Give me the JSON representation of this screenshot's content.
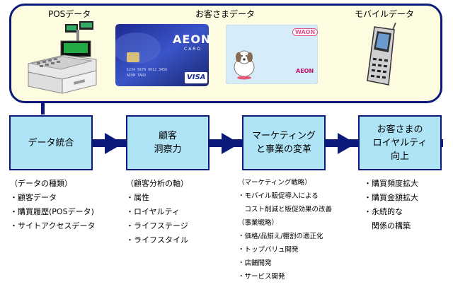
{
  "sources": {
    "pos_title": "POSデータ",
    "customer_title": "お客さまデータ",
    "mobile_title": "モバイルデータ"
  },
  "cards": {
    "aeon_logo": "AEON",
    "aeon_sub": "CARD",
    "visa": "VISA",
    "waon": "WAON",
    "waon_brand": "AEON"
  },
  "steps": [
    {
      "lines": [
        "データ統合"
      ]
    },
    {
      "lines": [
        "顧客",
        "洞察力"
      ]
    },
    {
      "lines": [
        "マーケティング",
        "と事業の変革"
      ]
    },
    {
      "lines": [
        "お客さまの",
        "ロイヤルティ",
        "向上"
      ]
    }
  ],
  "lists": {
    "data_types": [
      "（データの種類）",
      "・顧客データ",
      "・購買履歴(POSデータ)",
      "・サイトアクセスデータ"
    ],
    "analysis_axes": [
      "（顧客分析の軸）",
      "・属性",
      "・ロイヤルティ",
      "・ライフステージ",
      "・ライフスタイル"
    ],
    "marketing": [
      "（マーケティング戦略）",
      "・モバイル販促導入による",
      "　コスト削減と販促効果の改善",
      "（事業戦略）",
      "・価格/品揃え/棚割の適正化",
      "・トップバリュ開発",
      "・店舗開発",
      "・サービス開発"
    ],
    "loyalty": [
      "・購買頻度拡大",
      "・購買金額拡大",
      "・永続的な",
      "　関係の構築"
    ]
  },
  "colors": {
    "frame": "#0b1a7a",
    "box_fill": "#aee4f6",
    "panel_fill": "#fdfbe0"
  }
}
